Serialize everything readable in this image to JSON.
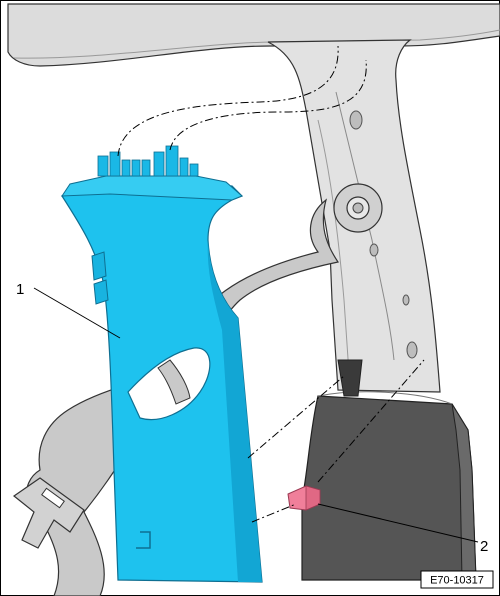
{
  "diagram": {
    "callouts": [
      {
        "id": "1",
        "label": "1"
      },
      {
        "id": "2",
        "label": "2"
      }
    ],
    "figure_id": "E70-10317",
    "colors": {
      "highlight_trim": "#1ec2ee",
      "highlight_trim_dark": "#12a6d4",
      "clip": "#f07f9a",
      "lower_trim": "#545454",
      "body_panel": "#d9d9d9",
      "belt": "#c7c7c7",
      "outline": "#333333"
    }
  }
}
